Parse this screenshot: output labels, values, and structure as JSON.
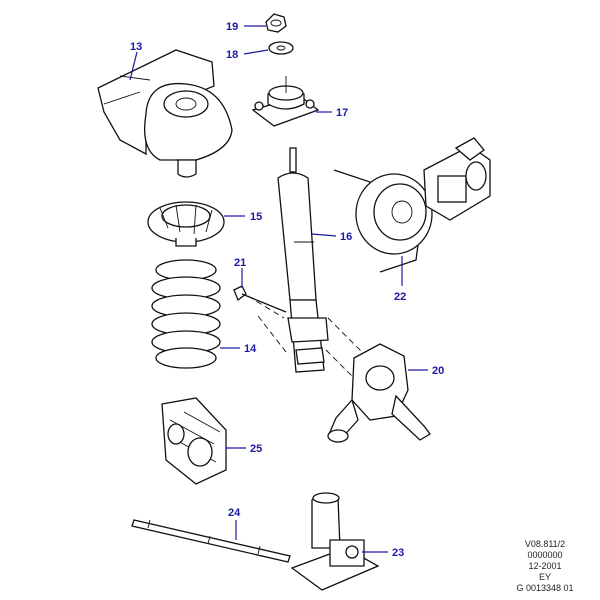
{
  "callouts": {
    "c13": "13",
    "c14": "14",
    "c15": "15",
    "c16": "16",
    "c17": "17",
    "c18": "18",
    "c19": "19",
    "c20": "20",
    "c21": "21",
    "c22": "22",
    "c23": "23",
    "c24": "24",
    "c25": "25"
  },
  "reference": {
    "line1": "V08.811/2",
    "line2": "0000000",
    "line3": "12-2001",
    "line4": "EY",
    "line5": "G 0013348 01"
  },
  "colors": {
    "callout": "#1a1aa6",
    "linework": "#111111"
  }
}
